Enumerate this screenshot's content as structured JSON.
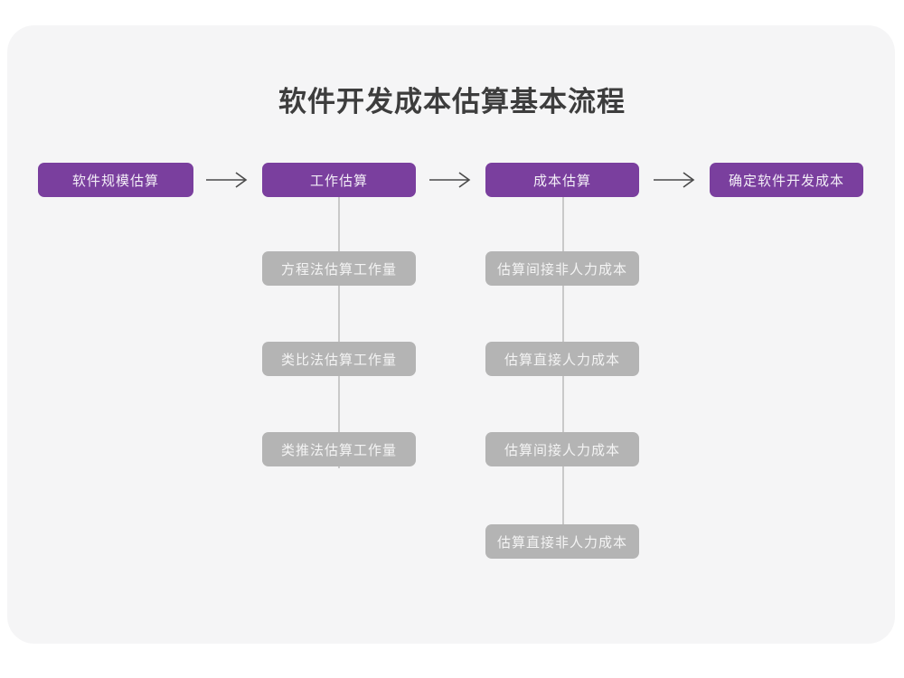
{
  "page": {
    "title": "软件开发成本估算基本流程",
    "background_color": "#ffffff",
    "card_color": "#f5f5f6"
  },
  "colors": {
    "primary": "#7a3f9e",
    "secondary": "#b4b4b4",
    "primary_text": "#f3eef7",
    "secondary_text": "#f4f4f4",
    "connector": "#c9c9c9",
    "arrow": "#4a4a4a",
    "title_text": "#3d3d3d"
  },
  "flow": {
    "main_steps": [
      {
        "label": "软件规模估算"
      },
      {
        "label": "工作估算"
      },
      {
        "label": "成本估算"
      },
      {
        "label": "确定软件开发成本"
      }
    ],
    "arrows": [
      {
        "name": "arrow-1",
        "glyph": "→"
      },
      {
        "name": "arrow-2",
        "glyph": "→"
      },
      {
        "name": "arrow-3",
        "glyph": "→"
      }
    ],
    "branch_work": {
      "parent": "工作估算",
      "items": [
        {
          "label": "方程法估算工作量"
        },
        {
          "label": "类比法估算工作量"
        },
        {
          "label": "类推法估算工作量"
        }
      ]
    },
    "branch_cost": {
      "parent": "成本估算",
      "items": [
        {
          "label": "估算间接非人力成本"
        },
        {
          "label": "估算直接人力成本"
        },
        {
          "label": "估算间接人力成本"
        },
        {
          "label": "估算直接非人力成本"
        }
      ]
    }
  }
}
